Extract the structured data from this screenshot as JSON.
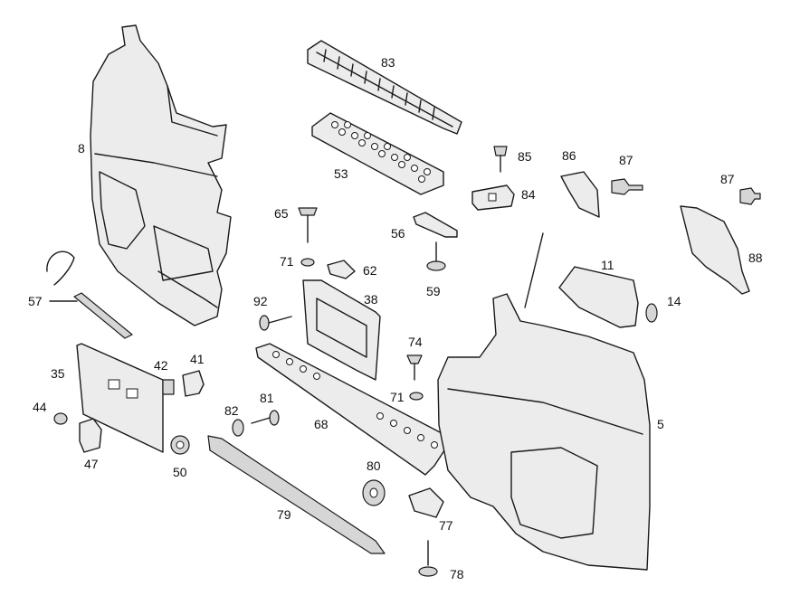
{
  "diagram": {
    "background": "#ffffff",
    "line_color": "#1a1a1a",
    "part_numbers": {
      "p83": "83",
      "p53": "53",
      "p85": "85",
      "p86": "86",
      "p87a": "87",
      "p87b": "87",
      "p84": "84",
      "p8": "8",
      "p65": "65",
      "p56": "56",
      "p88": "88",
      "p11": "11",
      "p71a": "71",
      "p62": "62",
      "p59": "59",
      "p14": "14",
      "p57": "57",
      "p38": "38",
      "p92": "92",
      "p74": "74",
      "p35": "35",
      "p42": "42",
      "p41": "41",
      "p71b": "71",
      "p44": "44",
      "p82": "82",
      "p81": "81",
      "p68": "68",
      "p5": "5",
      "p47": "47",
      "p50": "50",
      "p80": "80",
      "p79": "79",
      "p77": "77",
      "p78": "78"
    }
  }
}
